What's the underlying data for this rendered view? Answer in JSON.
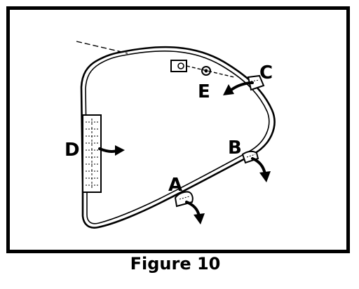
{
  "figure": {
    "caption": "Figure 10",
    "callouts": {
      "a": "A",
      "b": "B",
      "c": "C",
      "d": "D",
      "e": "E"
    }
  },
  "colors": {
    "ink": "#000000",
    "paper": "#ffffff"
  }
}
